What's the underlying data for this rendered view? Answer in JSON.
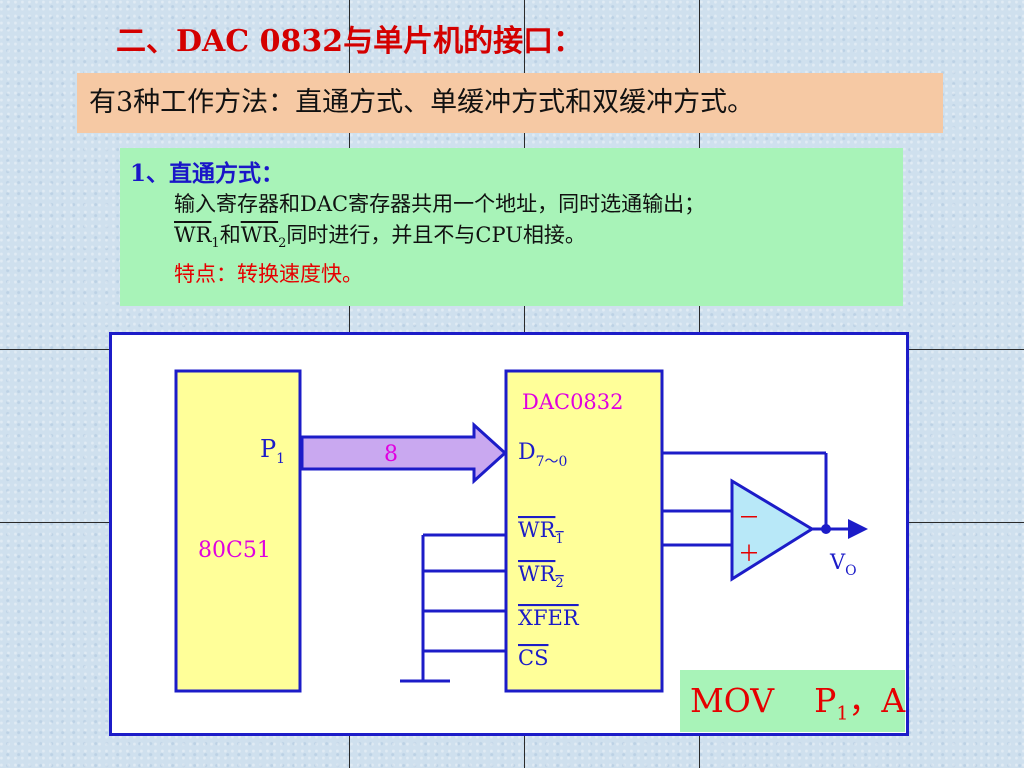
{
  "title": "二、DAC 0832与单片机的接口：",
  "intro": "有3种工作方法：直通方式、单缓冲方式和双缓冲方式。",
  "section": {
    "heading": "1、直通方式：",
    "line1": "输入寄存器和DAC寄存器共用一个地址，同时选通输出；",
    "line2_wr": "WR",
    "line2_sub1": "1",
    "line2_and": "和",
    "line2_sub2": "2",
    "line2_rest": "同时进行，并且不与CPU相接。",
    "feature": "特点：转换速度快。"
  },
  "diagram": {
    "mcu_label": "80C51",
    "port_label": "P",
    "port_sub": "1",
    "bus_width": "8",
    "dac_label": "DAC0832",
    "data_pin": "D",
    "data_pin_sub": "7～0",
    "pins": [
      {
        "name": "WR",
        "sub": "1"
      },
      {
        "name": "WR",
        "sub": "2"
      },
      {
        "name": "XFER",
        "sub": ""
      },
      {
        "name": "CS",
        "sub": ""
      }
    ],
    "opamp_minus": "－",
    "opamp_plus": "＋",
    "output_label": "V",
    "output_sub": "O"
  },
  "code": {
    "mnemonic": "MOV",
    "operand_reg": "P",
    "operand_sub": "1",
    "operand_rest": "，A"
  },
  "colors": {
    "title": "#d40000",
    "heading": "#1a16c8",
    "highlight": "#e60000",
    "diagram_line": "#1c1cc8",
    "label_magenta": "#e000e0",
    "chip_fill": "#ffff99",
    "opamp_fill": "#b8e8f8",
    "bus_fill": "#c9a8f0"
  }
}
